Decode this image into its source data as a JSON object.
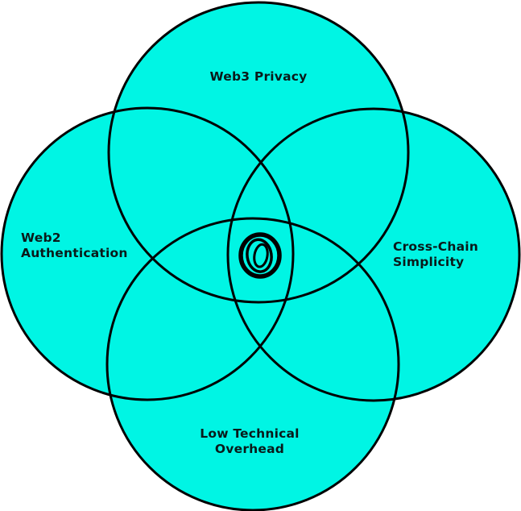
{
  "diagram": {
    "type": "venn-4",
    "fill_color": "#00F5E4",
    "stroke_color": "#000000",
    "background_color": "#FFFFFF",
    "sets": [
      {
        "id": "top",
        "label_lines": [
          "Web3 Privacy"
        ]
      },
      {
        "id": "left",
        "label_lines": [
          "Web2",
          "Authentication"
        ]
      },
      {
        "id": "right",
        "label_lines": [
          "Cross-Chain",
          "Simplicity"
        ]
      },
      {
        "id": "bottom",
        "label_lines": [
          "Low Technical",
          "Overhead"
        ]
      }
    ],
    "center_icon": "concentric-loop-logo-icon"
  }
}
